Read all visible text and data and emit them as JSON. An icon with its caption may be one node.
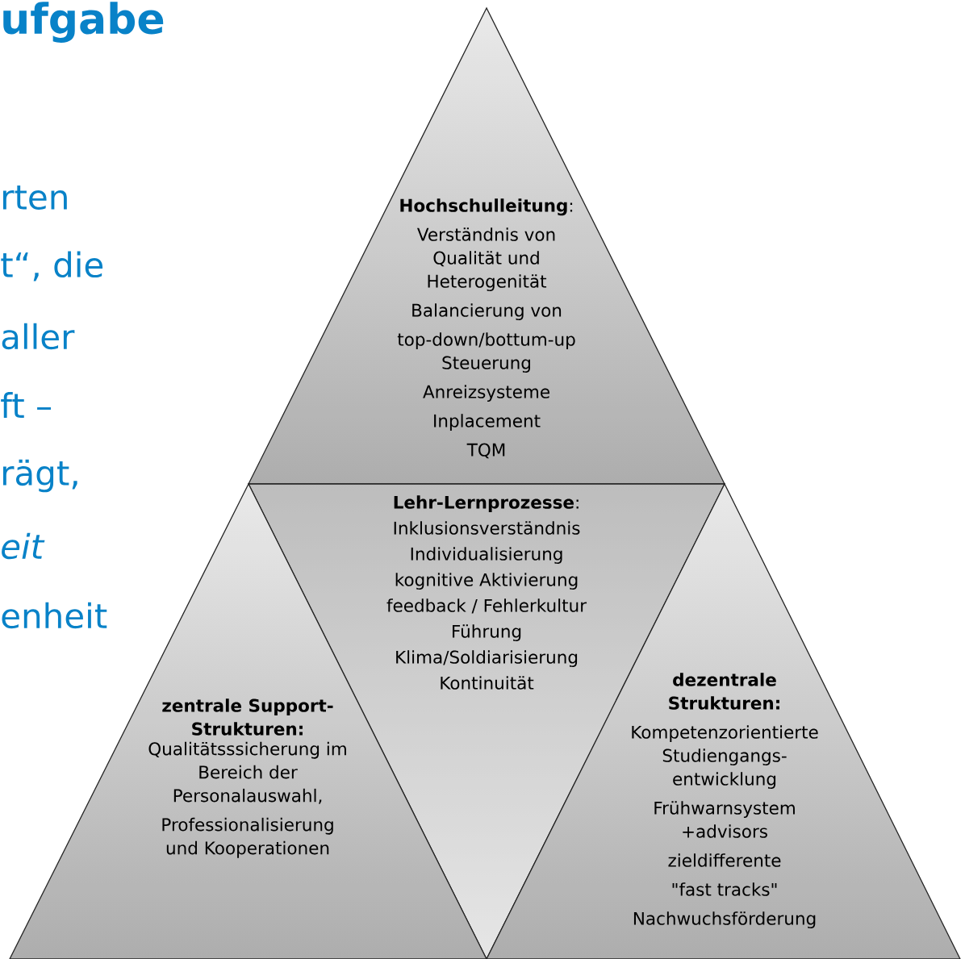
{
  "diagram": {
    "title": "ufgabe",
    "nodes": [
      {
        "text": [
          "**Hochschulleitung**:",
          "Verständnis von Qualität und Heterogenität",
          "Balancierung von",
          "top-down/bottum-up Steuerung",
          "Anreizsysteme",
          "Inplacement",
          "TQM"
        ]
      },
      {
        "text": [
          "**Lehr-Lernprozesse**:",
          "Inklusionsverständnis",
          "Individualisierung",
          "kognitive Aktivierung",
          "feedback / Fehlerkultur",
          "Führung",
          "Klima/Soldiarisierung",
          "Kontinuität"
        ]
      },
      {
        "text": [
          "zentrale Support-Strukturen:",
          "Qualitätsssicherung im Bereich der Personalauswahl,",
          "Professionalisierung und Kooperationen"
        ]
      },
      {
        "text": [
          "dezentrale Strukturen:",
          "Kompetenzorientierte Studiengangs-entwicklung",
          "Frühwarnsystem +advisors",
          "zieldifferente",
          "\"fast tracks\"",
          "Nachwuchsförderung"
        ]
      }
    ],
    "labels": [
      "rten",
      "t“, die",
      "aller",
      "ft –",
      "rägt,",
      "eit",
      "enheit"
    ]
  }
}
